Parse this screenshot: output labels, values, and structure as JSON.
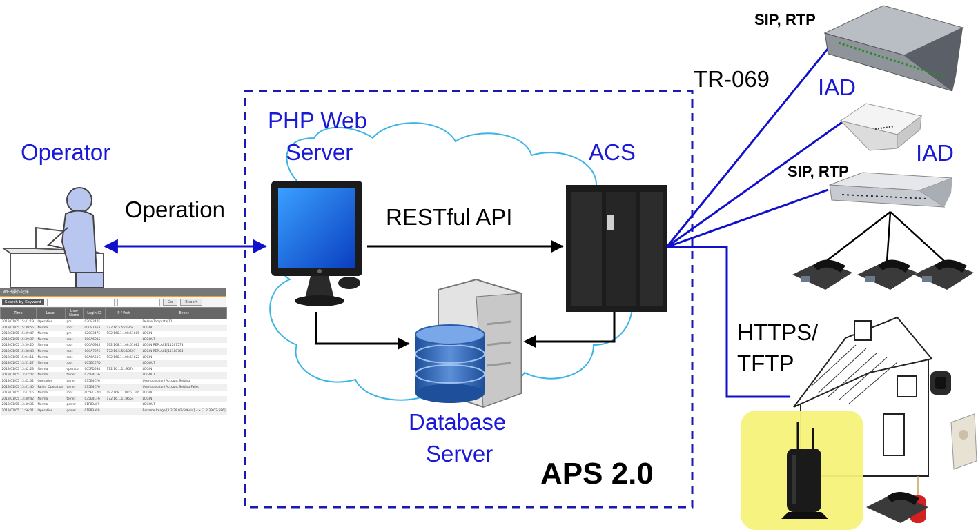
{
  "labels": {
    "operator": "Operator",
    "operation": "Operation",
    "php_web_server_line1": "PHP Web",
    "php_web_server_line2": "Server",
    "restful_api": "RESTful  API",
    "acs": "ACS",
    "database_server_line1": "Database",
    "database_server_line2": "Server",
    "aps": "APS 2.0",
    "tr069": "TR-069",
    "iad_1": "IAD",
    "iad_2": "IAD",
    "sip_rtp_1": "SIP, RTP",
    "sip_rtp_2": "SIP, RTP",
    "https_tftp_line1": "HTTPS/",
    "https_tftp_line2": "TFTP"
  },
  "colors": {
    "label_blue": "#1a1ad6",
    "connector_blue": "#1010cc",
    "dashed_border": "#1a1ab0",
    "cloud_outline": "#3cb4e6",
    "highlight_yellow": "#f7f27a"
  },
  "log_panel": {
    "title": "WEB操作記錄",
    "search_label": "Search by Keyword",
    "go_button": "Go",
    "export_button": "Export",
    "columns": [
      "Time",
      "Level",
      "User Name",
      "Login ID",
      "IP / Port",
      "Event"
    ],
    "rows": [
      [
        "2019/01/05 15:41:19",
        "Operation",
        "pm",
        "02C8347E",
        "",
        "Delete Template[11]"
      ],
      [
        "2019/01/05 15:39:55",
        "Normal",
        "root",
        "00C8726A",
        "172.16.5.55:13647",
        "LOGIN"
      ],
      [
        "2019/01/05 15:39:47",
        "Normal",
        "pm",
        "02C8347E",
        "192.168.1.108:51685",
        "LOGIN"
      ],
      [
        "2019/01/05 15:39:37",
        "Normal",
        "root",
        "00CA6915",
        "",
        "LOGOUT"
      ],
      [
        "2019/01/05 15:39:20",
        "Normal",
        "root",
        "00CA6915",
        "192.168.1.108:51682",
        "LOGIN REPLACE[11267573]"
      ],
      [
        "2019/01/05 15:38:48",
        "Normal",
        "root",
        "00CA7275",
        "172.16.5.55:13697",
        "LOGIN REPLACE[11188764]"
      ],
      [
        "2019/01/05 15:04:11",
        "Normal",
        "root",
        "00A6A61C",
        "192.168.1.108:51622",
        "LOGIN"
      ],
      [
        "2019/01/05 13:51:27",
        "Normal",
        "root",
        "005ECE7D",
        "",
        "LOGOUT"
      ],
      [
        "2019/01/05 13:42:23",
        "Normal",
        "operator",
        "005FD634",
        "172.16.1.11:9574",
        "LOGIN"
      ],
      [
        "2019/01/05 13:42:07",
        "Normal",
        "telnet",
        "035E4CF6",
        "",
        "LOGOUT"
      ],
      [
        "2019/01/05 13:42:02",
        "Operation",
        "telnet",
        "035E4CF6",
        "",
        "User[operator] Account Setting"
      ],
      [
        "2019/01/05 13:41:40",
        "Failed_Operation",
        "telnet",
        "035E4CF6",
        "",
        "User[operator] Account Setting Failed"
      ],
      [
        "2019/01/05 13:41:15",
        "Normal",
        "root",
        "005ECE7D",
        "192.168.1.108:51306",
        "LOGIN"
      ],
      [
        "2019/01/05 13:40:42",
        "Normal",
        "telnet",
        "035E4CF6",
        "172.16.1.11:9554",
        "LOGIN"
      ],
      [
        "2019/01/05 13:40:36",
        "Normal",
        "power",
        "01F83AF9",
        "",
        "LOGOUT"
      ],
      [
        "2019/01/05 11:56:01",
        "Operation",
        "power",
        "01F83AF9",
        "",
        "Rename Image [1.2.39.02-586old] => [1.2.39.02-586]"
      ]
    ]
  }
}
